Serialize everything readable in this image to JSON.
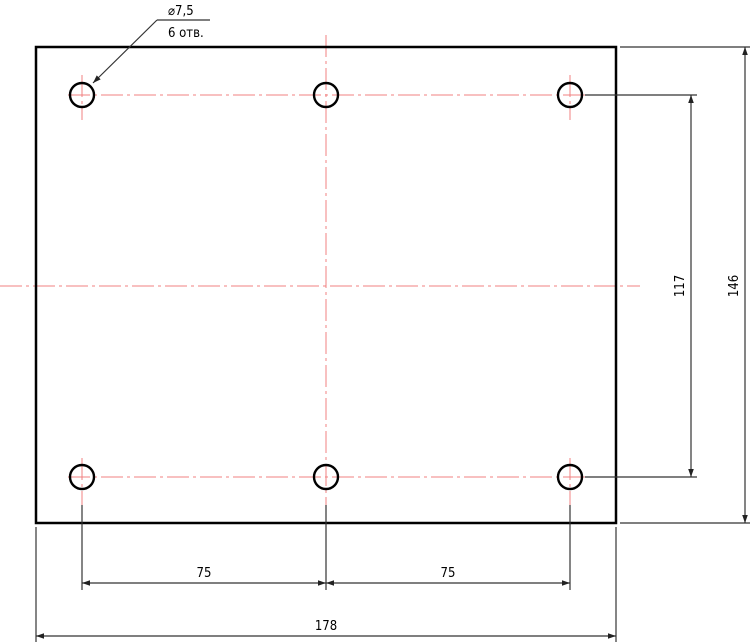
{
  "drawing": {
    "hole_callout": {
      "diameter": "⌀7,5",
      "count": "6 отв."
    },
    "dimensions": {
      "hole_spacing_left": "75",
      "hole_spacing_right": "75",
      "overall_width": "178",
      "hole_vertical_spacing": "117",
      "overall_height": "146"
    },
    "colors": {
      "outline": "#000000",
      "centerline": "#f08080",
      "dimension": "#333333"
    }
  }
}
